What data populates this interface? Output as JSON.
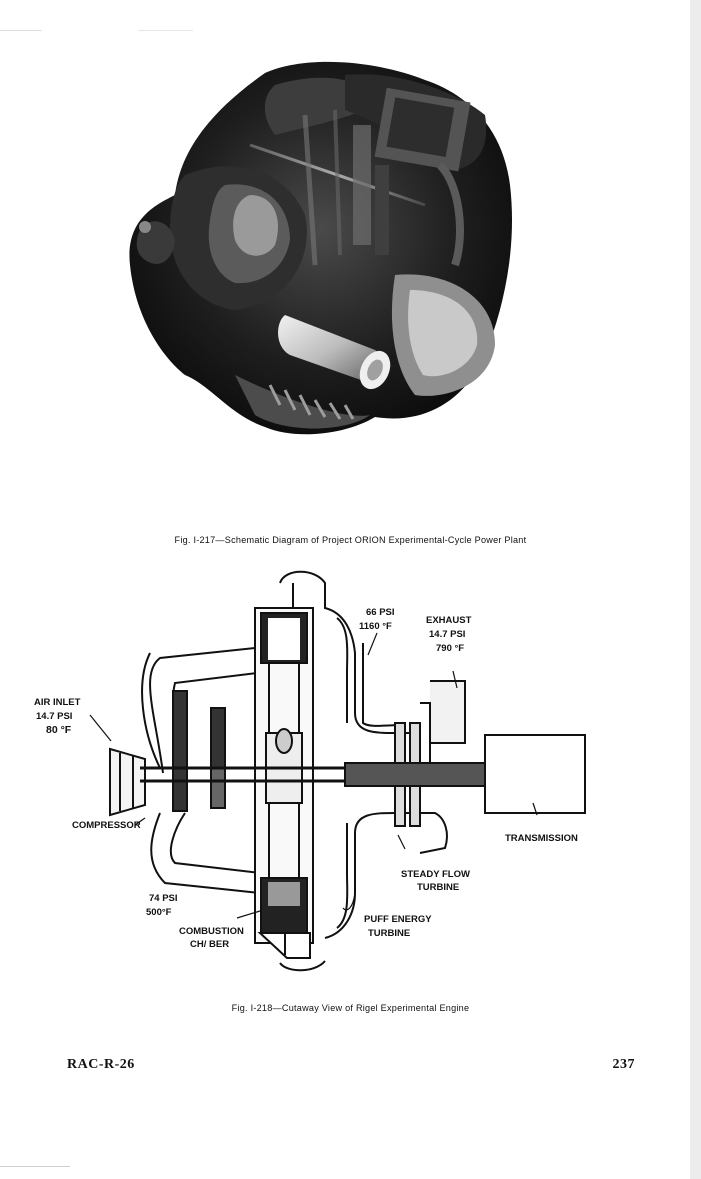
{
  "figure_217": {
    "caption": "Fig. I-217—Schematic Diagram of Project ORION Experimental-Cycle Power Plant"
  },
  "figure_218": {
    "caption": "Fig. I-218—Cutaway View of Rigel Experimental Engine",
    "labels": {
      "pressure_66": "66 PSI",
      "temp_1160": "1160 °F",
      "exhaust": "EXHAUST",
      "exhaust_psi": "14.7 PSI",
      "exhaust_temp": "790 °F",
      "air_inlet": "AIR INLET",
      "air_psi": "14.7 PSI",
      "air_temp": "80 °F",
      "compressor": "COMPRESSOR",
      "transmission": "TRANSMISSION",
      "steady_flow_1": "STEADY FLOW",
      "steady_flow_2": "TURBINE",
      "pressure_74": "74 PSI",
      "temp_500": "500°F",
      "puff_energy_1": "PUFF ENERGY",
      "puff_energy_2": "TURBINE",
      "combustion_1": "COMBUSTION",
      "combustion_2": "CH/ BER"
    }
  },
  "footer": {
    "report_id": "RAC-R-26",
    "page_number": "237"
  }
}
